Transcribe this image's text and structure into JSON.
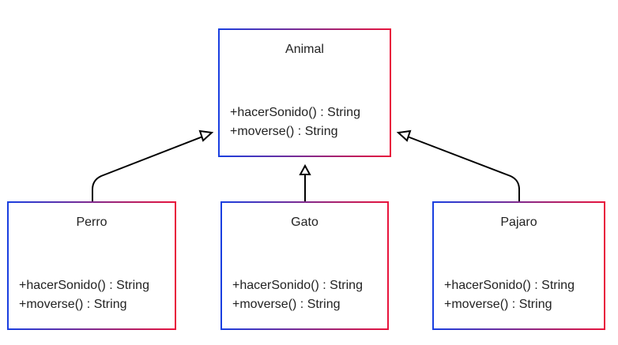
{
  "diagram": {
    "type": "uml-class-diagram",
    "relationship": "inheritance",
    "parent": {
      "name": "Animal",
      "methods": [
        "+hacerSonido() : String",
        "+moverse() : String"
      ]
    },
    "children": [
      {
        "name": "Perro",
        "methods": [
          "+hacerSonido() : String",
          "+moverse() : String"
        ]
      },
      {
        "name": "Gato",
        "methods": [
          "+hacerSonido() : String",
          "+moverse() : String"
        ]
      },
      {
        "name": "Pajaro",
        "methods": [
          "+hacerSonido() : String",
          "+moverse() : String"
        ]
      }
    ]
  },
  "colors": {
    "border_left": "#1a3fe0",
    "border_right": "#e8143c",
    "connector": "#000000",
    "text": "#222222",
    "background": "#ffffff"
  }
}
